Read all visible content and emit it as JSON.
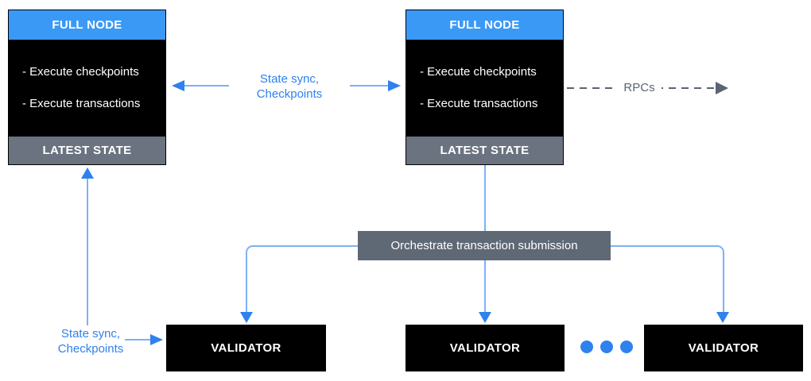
{
  "colors": {
    "header_blue": "#3B99F6",
    "box_black": "#000000",
    "slate_gray": "#6B7280",
    "orchestrate_gray": "#5F6875",
    "line_blue": "#7EB1F5",
    "arrow_blue": "#2F81ED",
    "label_blue": "#2F81ED",
    "dashed_gray": "#5A6472",
    "text_white": "#FFFFFF"
  },
  "full_nodes": [
    {
      "title": "FULL NODE",
      "items": [
        "- Execute checkpoints",
        "- Execute transactions"
      ],
      "footer": "LATEST STATE"
    },
    {
      "title": "FULL NODE",
      "items": [
        "- Execute checkpoints",
        "- Execute transactions"
      ],
      "footer": "LATEST STATE"
    }
  ],
  "validators": [
    {
      "label": "VALIDATOR"
    },
    {
      "label": "VALIDATOR"
    },
    {
      "label": "VALIDATOR"
    }
  ],
  "edges": {
    "state_sync_top": {
      "line1": "State sync,",
      "line2": "Checkpoints"
    },
    "rpcs": {
      "label": "RPCs"
    },
    "orchestrate": {
      "label": "Orchestrate transaction submission"
    },
    "state_sync_bottom": {
      "line1": "State sync,",
      "line2": "Checkpoints"
    }
  },
  "ellipsis": {
    "dot_count": 3
  }
}
